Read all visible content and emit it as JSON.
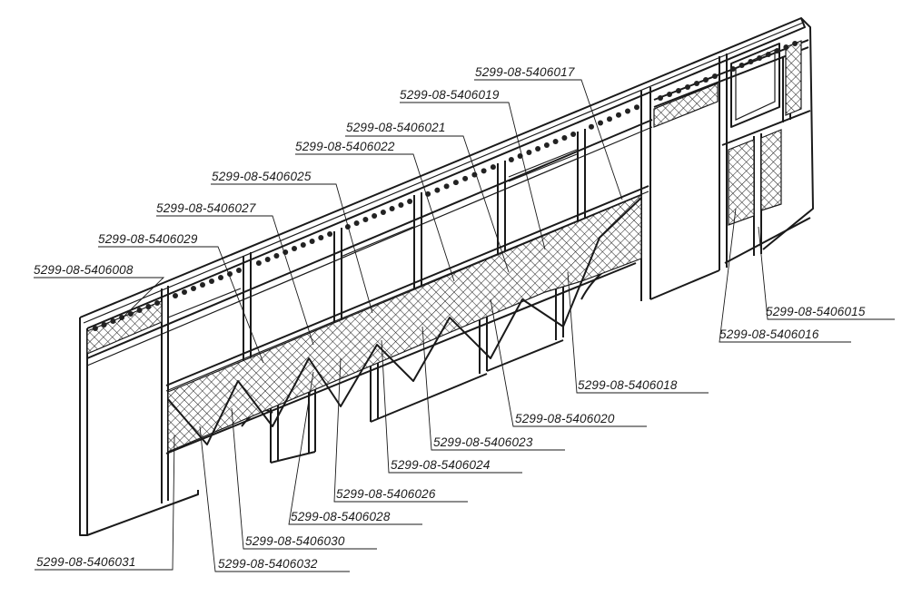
{
  "drawing": {
    "colors": {
      "ink": "#1a1a1a",
      "paper": "#ffffff",
      "mesh": "#1a1a1a"
    },
    "labels": [
      {
        "id": "p17",
        "text": "5299-08-5406017"
      },
      {
        "id": "p19",
        "text": "5299-08-5406019"
      },
      {
        "id": "p21",
        "text": "5299-08-5406021"
      },
      {
        "id": "p22",
        "text": "5299-08-5406022"
      },
      {
        "id": "p25",
        "text": "5299-08-5406025"
      },
      {
        "id": "p27",
        "text": "5299-08-5406027"
      },
      {
        "id": "p29",
        "text": "5299-08-5406029"
      },
      {
        "id": "p08",
        "text": "5299-08-5406008"
      },
      {
        "id": "p15",
        "text": "5299-08-5406015"
      },
      {
        "id": "p16",
        "text": "5299-08-5406016"
      },
      {
        "id": "p18",
        "text": "5299-08-5406018"
      },
      {
        "id": "p20",
        "text": "5299-08-5406020"
      },
      {
        "id": "p23",
        "text": "5299-08-5406023"
      },
      {
        "id": "p24",
        "text": "5299-08-5406024"
      },
      {
        "id": "p26",
        "text": "5299-08-5406026"
      },
      {
        "id": "p28",
        "text": "5299-08-5406028"
      },
      {
        "id": "p30",
        "text": "5299-08-5406030"
      },
      {
        "id": "p31",
        "text": "5299-08-5406031"
      },
      {
        "id": "p32",
        "text": "5299-08-5406032"
      }
    ]
  }
}
